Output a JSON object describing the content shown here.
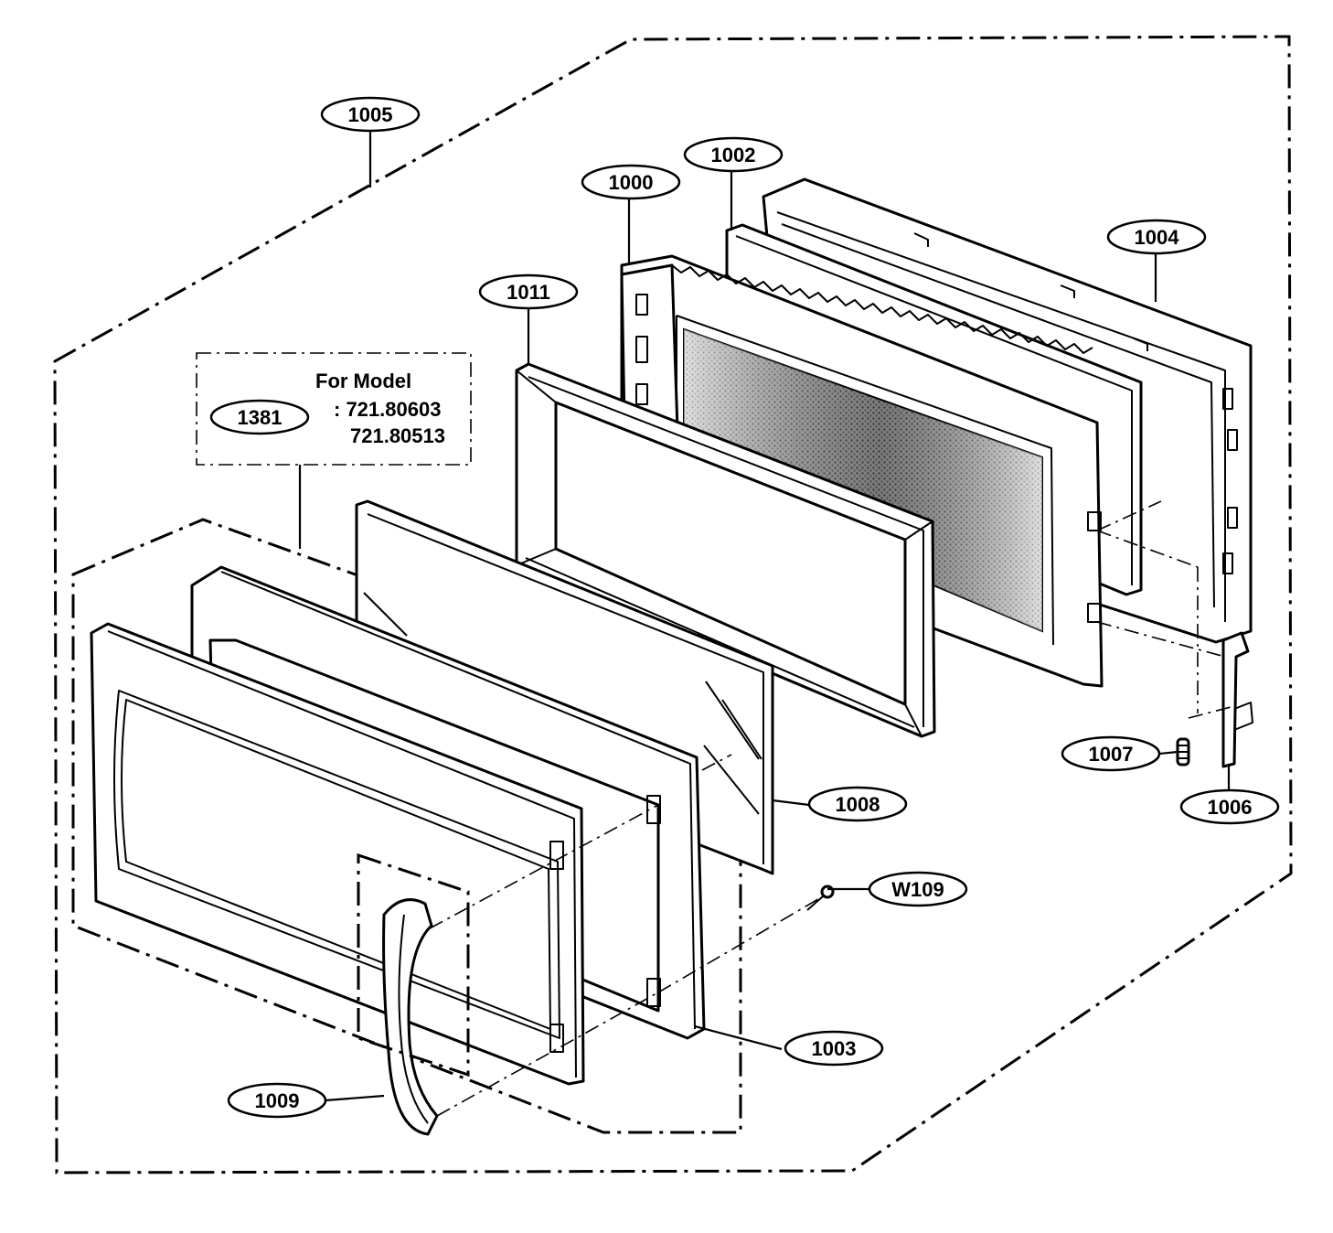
{
  "note": {
    "heading": "For Model",
    "line1": ": 721.80603",
    "line2": "721.80513"
  },
  "callouts": {
    "c1005": "1005",
    "c1002": "1002",
    "c1000": "1000",
    "c1004": "1004",
    "c1011": "1011",
    "c1381": "1381",
    "c1007": "1007",
    "c1006": "1006",
    "c1008": "1008",
    "cW109": "W109",
    "c1003": "1003",
    "c1009": "1009"
  }
}
